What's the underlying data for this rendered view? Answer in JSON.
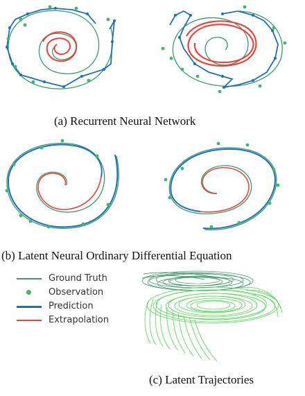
{
  "colors": {
    "ground_truth": "#3a9a6a",
    "observation": "#3fb86a",
    "prediction": "#1f6fb8",
    "extrapolation": "#e8453c",
    "latent_dark": "#2f8a5c",
    "latent_light": "#44d044"
  },
  "captions": {
    "a": "(a) Recurrent Neural Network",
    "b": "(b) Latent Neural Ordinary Differential Equation",
    "c": "(c) Latent Trajectories"
  },
  "legend": {
    "items": [
      {
        "label": "Ground Truth",
        "kind": "line",
        "color_key": "ground_truth"
      },
      {
        "label": "Observation",
        "kind": "dot",
        "color_key": "observation"
      },
      {
        "label": "Prediction",
        "kind": "thick-line",
        "color_key": "prediction"
      },
      {
        "label": "Extrapolation",
        "kind": "line",
        "color_key": "extrapolation"
      }
    ]
  }
}
